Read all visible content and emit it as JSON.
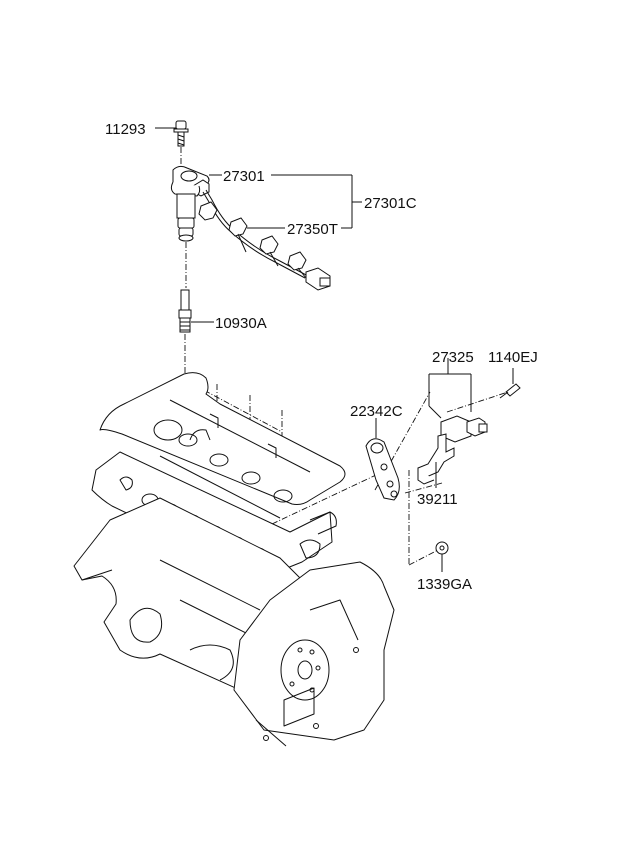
{
  "diagram": {
    "title": "Ignition coil / spark plug parts diagram",
    "callouts": [
      {
        "id": "bolt",
        "part_number": "11293"
      },
      {
        "id": "ignition-coil",
        "part_number": "27301"
      },
      {
        "id": "coil-assembly",
        "part_number": "27301C"
      },
      {
        "id": "coil-harness",
        "part_number": "27350T"
      },
      {
        "id": "spark-plug",
        "part_number": "10930A"
      },
      {
        "id": "sensor",
        "part_number": "27325"
      },
      {
        "id": "sensor-bolt",
        "part_number": "1140EJ"
      },
      {
        "id": "engine-bracket",
        "part_number": "22342C"
      },
      {
        "id": "sensor-bracket",
        "part_number": "39211"
      },
      {
        "id": "nut",
        "part_number": "1339GA"
      }
    ]
  }
}
